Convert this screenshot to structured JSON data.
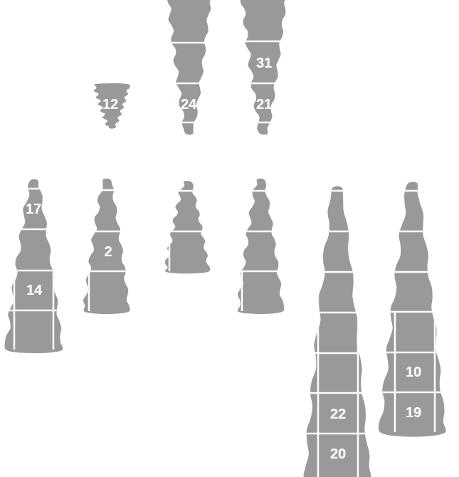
{
  "diagram": {
    "nodes": [
      {
        "text": [
          "31"
        ]
      },
      {
        "text": [
          "12"
        ]
      },
      {
        "text": [
          "24"
        ]
      },
      {
        "text": [
          "21"
        ]
      },
      {
        "text": [
          "17"
        ]
      },
      {
        "text": [
          "2"
        ]
      },
      {
        "text": [
          "14"
        ]
      },
      {
        "text": [
          "10"
        ]
      },
      {
        "text": [
          "22"
        ]
      },
      {
        "text": [
          "19"
        ]
      },
      {
        "text": [
          "20"
        ]
      }
    ]
  }
}
